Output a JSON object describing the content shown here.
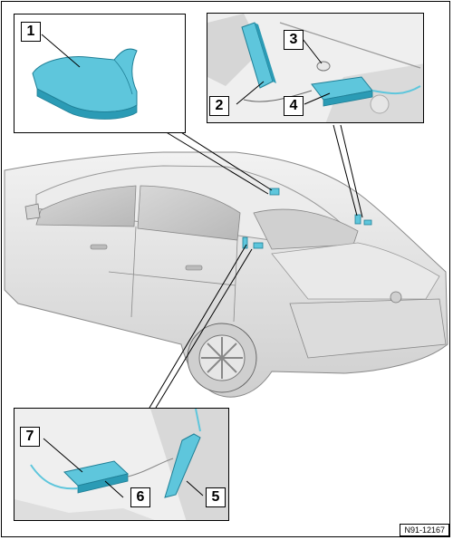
{
  "figure": {
    "reference": "N91-12167",
    "callouts": [
      {
        "id": "1"
      },
      {
        "id": "2"
      },
      {
        "id": "3"
      },
      {
        "id": "4"
      },
      {
        "id": "5"
      },
      {
        "id": "6"
      },
      {
        "id": "7"
      }
    ]
  },
  "colors": {
    "component": "#5ec6dc",
    "component_dark": "#2b9bb5",
    "car_body": "#e4e4e4",
    "car_shadow": "#bdbdbd",
    "outline": "#000000"
  },
  "icons": [
    "shark-fin-antenna-icon",
    "antenna-module-icon",
    "amplifier-icon",
    "wiring-harness-icon"
  ]
}
